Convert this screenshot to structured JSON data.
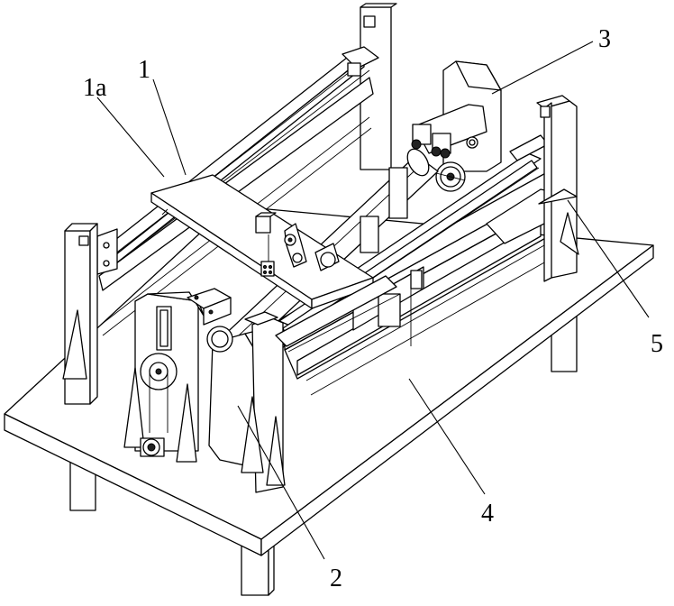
{
  "labels": {
    "l1a": "1a",
    "l1": "1",
    "l2": "2",
    "l3": "3",
    "l4": "4",
    "l5": "5"
  }
}
